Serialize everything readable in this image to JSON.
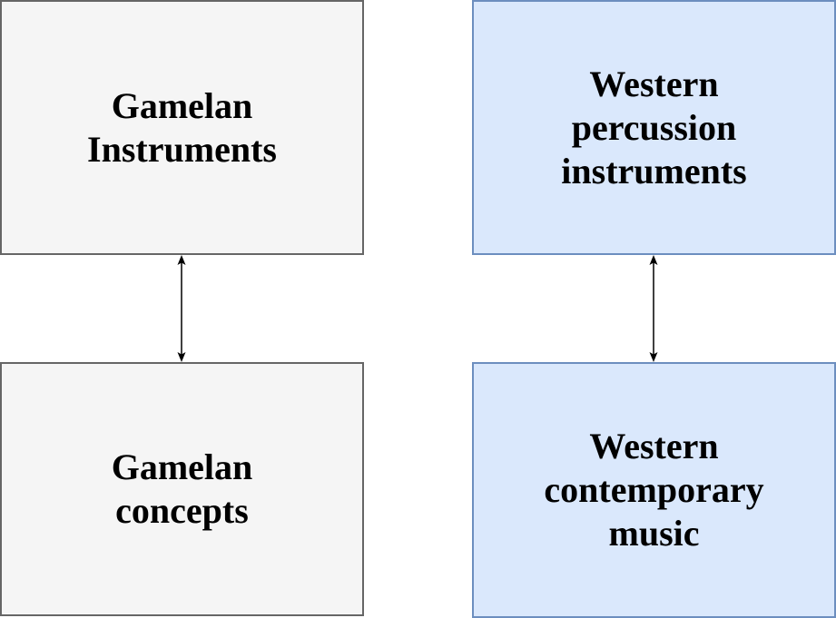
{
  "diagram": {
    "background_color": "#ffffff",
    "nodes": [
      {
        "id": "gamelan-instruments",
        "label": "Gamelan\nInstruments",
        "fill": "#f5f5f5",
        "stroke": "#666666",
        "text_color": "#000000",
        "position": "top-left"
      },
      {
        "id": "western-percussion-instruments",
        "label": "Western\npercussion\ninstruments",
        "fill": "#dae8fc",
        "stroke": "#6c8ebf",
        "text_color": "#000000",
        "position": "top-right"
      },
      {
        "id": "gamelan-concepts",
        "label": "Gamelan\nconcepts",
        "fill": "#f5f5f5",
        "stroke": "#666666",
        "text_color": "#000000",
        "position": "bottom-left"
      },
      {
        "id": "western-contemporary-music",
        "label": "Western\ncontemporary\nmusic",
        "fill": "#dae8fc",
        "stroke": "#6c8ebf",
        "text_color": "#000000",
        "position": "bottom-right"
      }
    ],
    "edges": [
      {
        "type": "double-headed-arrow",
        "orientation": "vertical",
        "color": "#000000",
        "connects": [
          "Gamelan Instruments",
          "Gamelan concepts"
        ]
      },
      {
        "type": "double-headed-arrow",
        "orientation": "vertical",
        "color": "#000000",
        "connects": [
          "Western percussion instruments",
          "Western contemporary music"
        ]
      }
    ]
  }
}
